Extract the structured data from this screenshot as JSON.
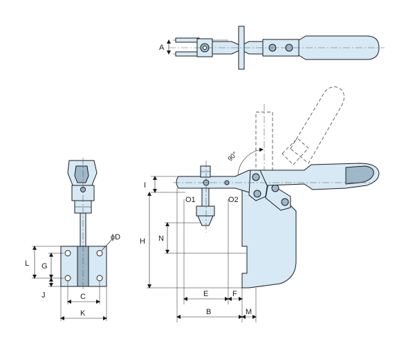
{
  "labels": {
    "A": "A",
    "B": "B",
    "C": "C",
    "D": "ϕD",
    "E": "E",
    "F": "F",
    "G": "G",
    "H": "H",
    "I": "I",
    "J": "J",
    "K": "K",
    "L": "L",
    "M": "M",
    "N": "N",
    "O1": "O1",
    "O2": "O2",
    "angle": "90°"
  },
  "colors": {
    "part_fill": "#d6e9f5",
    "part_dark": "#9fb8c9",
    "line": "#1a1a1a"
  }
}
